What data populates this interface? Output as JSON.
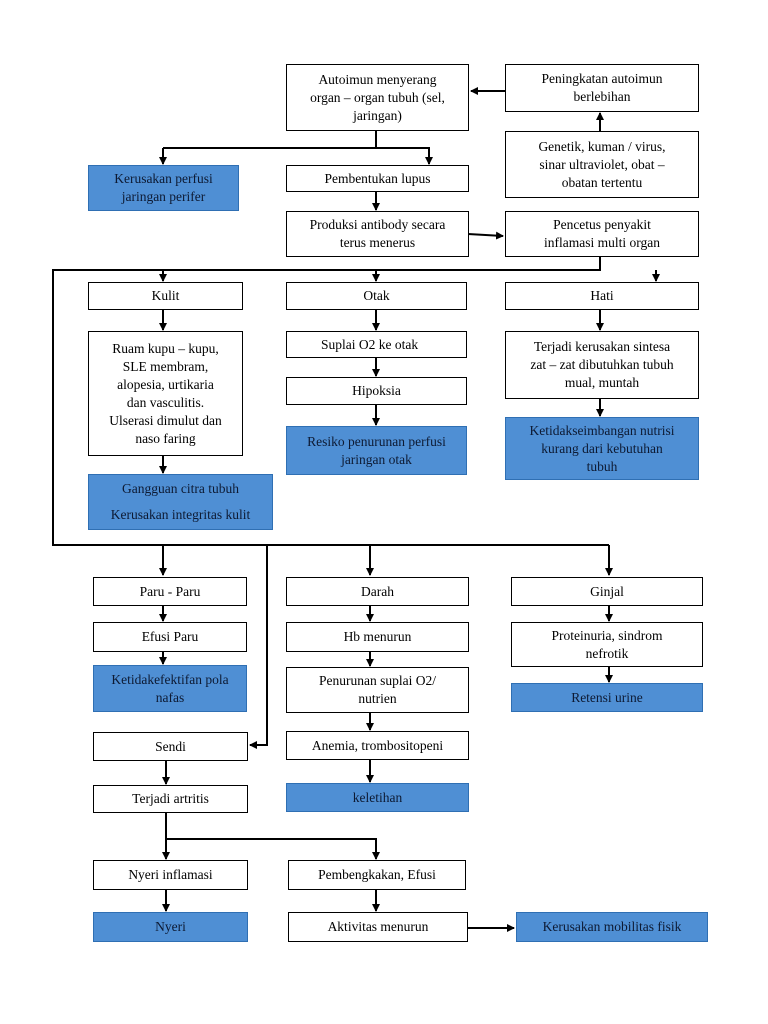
{
  "nodes": {
    "autoimun": "Autoimun menyerang\norgan – organ tubuh (sel,\njaringan)",
    "peningkatan": "Peningkatan autoimun\nberlebihan",
    "genetik": "Genetik, kuman / virus,\nsinar ultraviolet, obat –\nobatan tertentu",
    "kerusakan_perfusi": "Kerusakan perfusi\njaringan perifer",
    "pembentukan": "Pembentukan lupus",
    "produksi": "Produksi antibody secara\nterus menerus",
    "pencetus": "Pencetus penyakit\ninflamasi multi organ",
    "kulit": "Kulit",
    "otak": "Otak",
    "hati": "Hati",
    "ruam": "Ruam kupu – kupu,\nSLE membram,\nalopesia, urtikaria\ndan vasculitis.\nUlserasi dimulut dan\nnaso faring",
    "suplai_o2": "Suplai O2 ke otak",
    "hipoksia": "Hipoksia",
    "resiko": "Resiko penurunan perfusi\njaringan otak",
    "terjadi_kerusakan_line1": "Terjadi kerusakan sintesa\nzat – zat dibutuhkan tubuh",
    "terjadi_kerusakan_line2": "mual, muntah",
    "ketidakseimbangan": "Ketidakseimbangan nutrisi\nkurang dari kebutuhan\ntubuh",
    "gangguan_line1": "Gangguan citra tubuh",
    "gangguan_line2": "Kerusakan integritas kulit",
    "paru": "Paru - Paru",
    "darah": "Darah",
    "ginjal": "Ginjal",
    "efusi_paru": "Efusi Paru",
    "hb": "Hb menurun",
    "proteinuria": "Proteinuria, sindrom\nnefrotik",
    "ketidakefektifan": "Ketidakefektifan pola\nnafas",
    "penurunan_suplai": "Penurunan suplai O2/\nnutrien",
    "retensi": "Retensi urine",
    "sendi": "Sendi",
    "anemia": "Anemia, trombositopeni",
    "artritis": "Terjadi artritis",
    "keletihan": "keletihan",
    "nyeri_inflamasi": "Nyeri inflamasi",
    "pembengkakan": "Pembengkakan, Efusi",
    "nyeri": "Nyeri",
    "aktivitas": "Aktivitas menurun",
    "kerusakan_mobilitas": "Kerusakan mobilitas fisik"
  },
  "colors": {
    "problem_fill": "#4f8fd4",
    "line": "#000000"
  }
}
